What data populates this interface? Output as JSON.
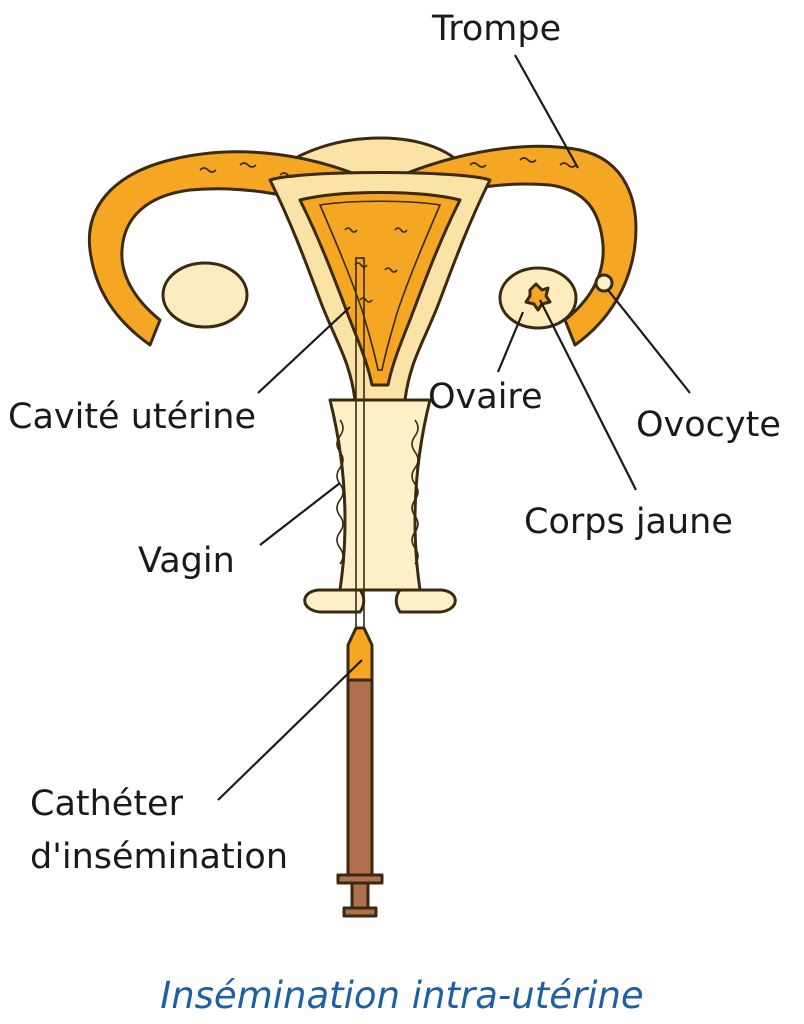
{
  "labels": {
    "trompe": "Trompe",
    "cavite": "Cavité utérine",
    "ovaire": "Ovaire",
    "ovocyte": "Ovocyte",
    "corps_jaune": "Corps jaune",
    "vagin": "Vagin",
    "catheter_line1": "Cathéter",
    "catheter_line2": "d'insémination"
  },
  "caption": "Insémination intra-utérine",
  "colors": {
    "tube_orange": "#f5a623",
    "tube_dark": "#e08a00",
    "uterus_light": "#fbe3a8",
    "uterus_pale": "#fdefc8",
    "ovary_fill": "#fdecc0",
    "catheter_brown": "#b07050",
    "caption_blue": "#1f5fa3"
  }
}
